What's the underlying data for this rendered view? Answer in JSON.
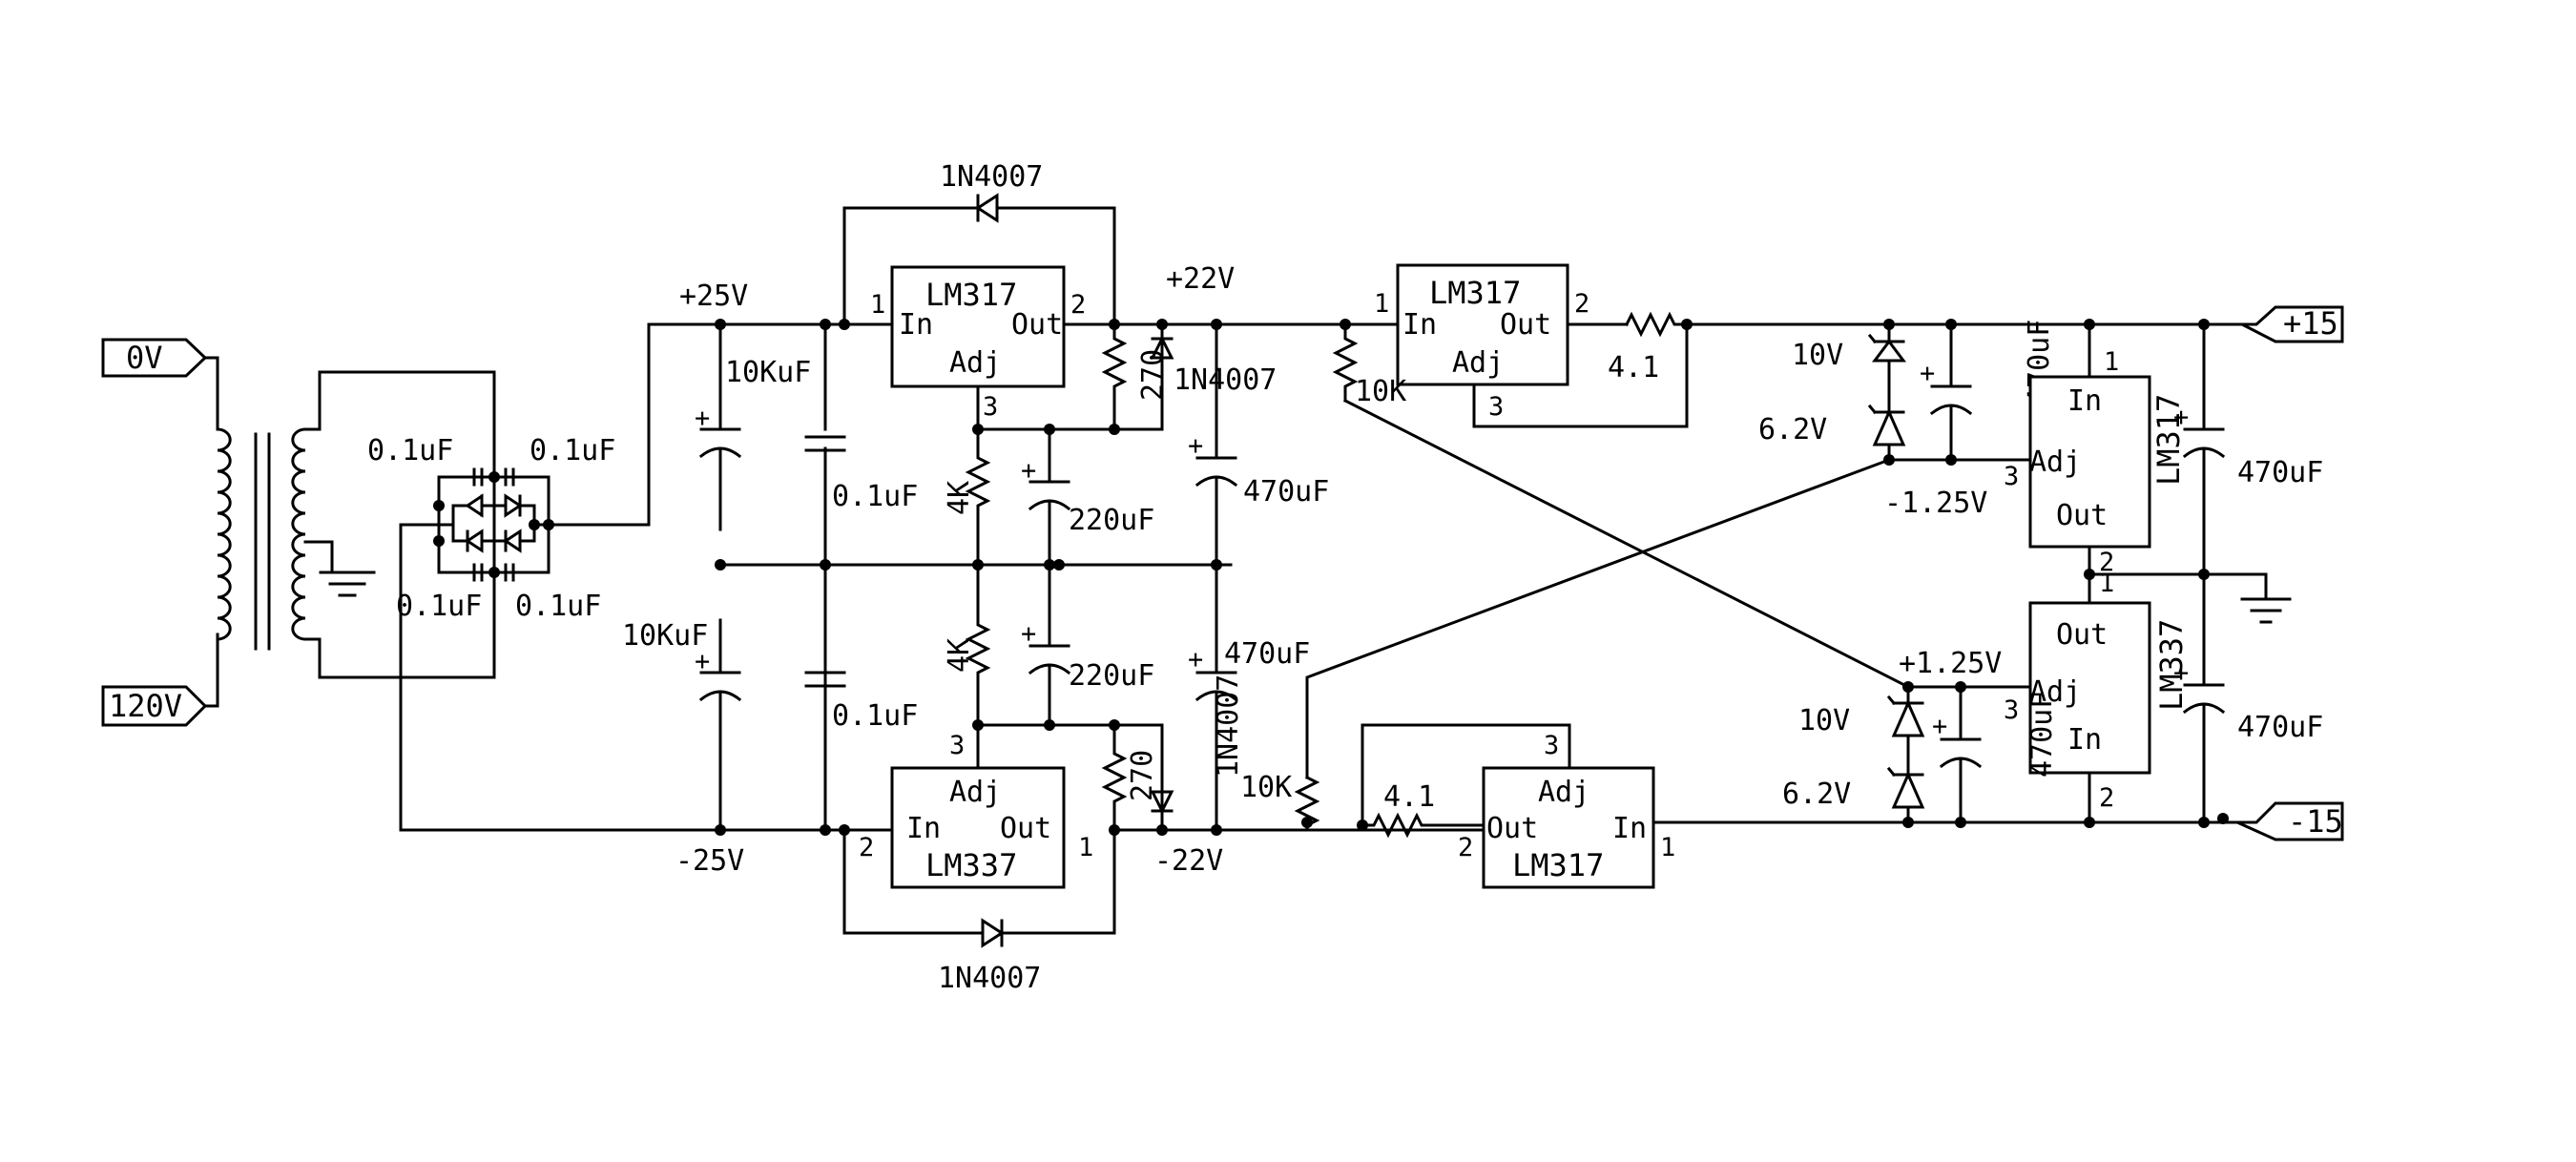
{
  "ports": {
    "in_0v": "0V",
    "in_120v": "120V",
    "out_pos15": "+15",
    "out_neg15": "-15"
  },
  "labels": {
    "rail_pos25": "+25V",
    "rail_neg25": "-25V",
    "rail_pos22": "+22V",
    "rail_neg22": "-22V",
    "ref_neg125": "-1.25V",
    "ref_pos125": "+1.25V",
    "cap_bridge_tl": "0.1uF",
    "cap_bridge_tr": "0.1uF",
    "cap_bridge_bl": "0.1uF",
    "cap_bridge_br": "0.1uF",
    "cap_10k_top": "10KuF",
    "cap_10k_bot": "10KuF",
    "cap_01_top": "0.1uF",
    "cap_01_bot": "0.1uF",
    "cap_220_top": "220uF",
    "cap_220_bot": "220uF",
    "cap_470_top": "470uF",
    "cap_470_bot": "470uF",
    "cap_470_zener_top": "470uF",
    "cap_470_zener_bot": "470uF",
    "cap_470_out_top": "470uF",
    "cap_470_out_bot": "470uF",
    "res_4k_top": "4K",
    "res_4k_bot": "4K",
    "res_270_top": "270",
    "res_270_bot": "270",
    "res_10k_top": "10K",
    "res_10k_bot": "10K",
    "res_41_top": "4.1",
    "res_41_bot": "4.1",
    "diode_top": "1N4007",
    "diode_bot": "1N4007",
    "diode_top_right": "1N4007",
    "diode_bot_right": "1N4007",
    "zener_10_top": "10V",
    "zener_62_top": "6.2V",
    "zener_10_bot": "10V",
    "zener_62_bot": "6.2V"
  },
  "ics": {
    "u1": {
      "name": "LM317",
      "pin_in": "In",
      "pin_out": "Out",
      "pin_adj": "Adj",
      "p1": "1",
      "p2": "2",
      "p3": "3"
    },
    "u2": {
      "name": "LM337",
      "pin_in": "In",
      "pin_out": "Out",
      "pin_adj": "Adj",
      "p1": "1",
      "p2": "2",
      "p3": "3"
    },
    "u3": {
      "name": "LM317",
      "pin_in": "In",
      "pin_out": "Out",
      "pin_adj": "Adj",
      "p1": "1",
      "p2": "2",
      "p3": "3"
    },
    "u4": {
      "name": "LM317",
      "pin_in": "In",
      "pin_out": "Out",
      "pin_adj": "Adj",
      "p1": "1",
      "p2": "2",
      "p3": "3"
    },
    "u5": {
      "name": "LM317",
      "pin_in": "In",
      "pin_out": "Out",
      "pin_adj": "Adj",
      "p1": "1",
      "p2": "2",
      "p3": "3"
    },
    "u6": {
      "name": "LM337",
      "pin_in": "In",
      "pin_out": "Out",
      "pin_adj": "Adj",
      "p1": "1",
      "p2": "2",
      "p3": "3"
    }
  }
}
